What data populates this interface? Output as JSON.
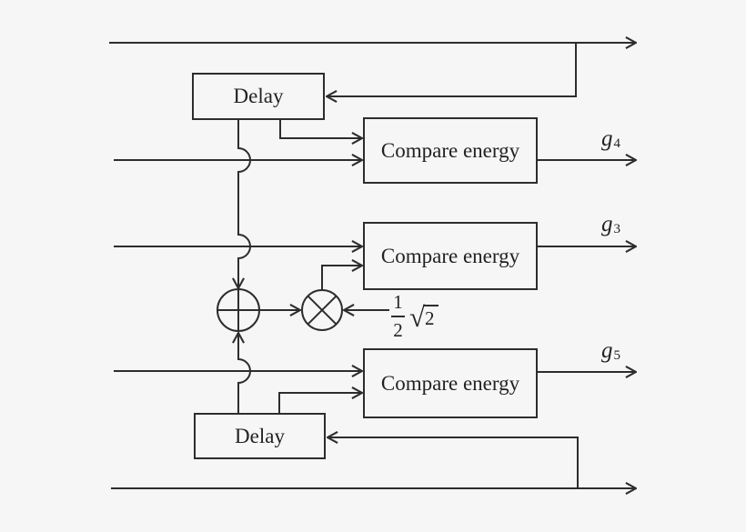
{
  "figure": {
    "background_color": "#f6f6f6",
    "line_color": "#2d2d2d",
    "text_color": "#222222",
    "blocks": {
      "delay_top": "Delay",
      "compare_top": "Compare energy",
      "compare_middle": "Compare energy",
      "compare_bottom": "Compare energy",
      "delay_bottom": "Delay"
    },
    "outputs": {
      "g4": {
        "symbol": "g",
        "subscript": "4"
      },
      "g3": {
        "symbol": "g",
        "subscript": "3"
      },
      "g5": {
        "symbol": "g",
        "subscript": "5"
      }
    },
    "gain_label": {
      "numerator": "1",
      "denominator": "2",
      "radical_sign": "√",
      "radicand": "2"
    },
    "icons": {
      "adder": "circled-plus",
      "multiplier": "circled-times"
    }
  }
}
